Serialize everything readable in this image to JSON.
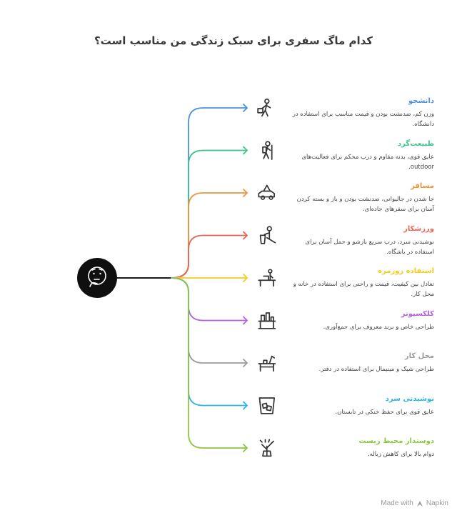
{
  "title": "کدام ماگ سفری برای سبک زندگی من مناسب است؟",
  "hub_icon": "thinking-face-icon",
  "items": [
    {
      "title": "دانشجو",
      "desc": "وزن کم، ضدنشت بودن و قیمت مناسب برای استفاده در دانشگاه.",
      "color": "#4a90e2",
      "icon": "student-icon"
    },
    {
      "title": "طبیعت‌گرد",
      "desc": "عایق قوی، بدنه مقاوم و درب محکم برای فعالیت‌های outdoor.",
      "color": "#3dc489",
      "icon": "hiker-icon"
    },
    {
      "title": "مسافر",
      "desc": "جا شدن در جالیوانی، ضدنشت بودن و باز و بسته کردن آسان برای سفرهای جاده‌ای.",
      "color": "#f0943a",
      "icon": "car-icon"
    },
    {
      "title": "ورزشکار",
      "desc": "نوشیدنی سرد، درب سریع بازشو و حمل آسان برای استفاده در باشگاه.",
      "color": "#ee6255",
      "icon": "athlete-icon"
    },
    {
      "title": "استفاده روزمره",
      "desc": "تعادل بین کیفیت، قیمت و راحتی برای استفاده در خانه و محل کار.",
      "color": "#f2cd1b",
      "icon": "desk-person-icon"
    },
    {
      "title": "کلکسیونر",
      "desc": "طراحی خاص و برند معروف برای جمع‌آوری.",
      "color": "#b760e0",
      "icon": "collection-shelf-icon"
    },
    {
      "title": "محل کار",
      "desc": "طراحی شیک و مینیمال برای استفاده در دفتر.",
      "color": "#9b9b9b",
      "icon": "office-desk-icon"
    },
    {
      "title": "نوشیدنی سرد",
      "desc": "عایق قوی برای حفظ خنکی در تابستان.",
      "color": "#2cb5e8",
      "icon": "ice-cup-icon"
    },
    {
      "title": "دوستدار محیط زیست",
      "desc": "دوام بالا برای کاهش زباله.",
      "color": "#8cc63f",
      "icon": "plant-icon"
    }
  ],
  "footer": {
    "prefix": "Made with",
    "brand": "Napkin"
  }
}
